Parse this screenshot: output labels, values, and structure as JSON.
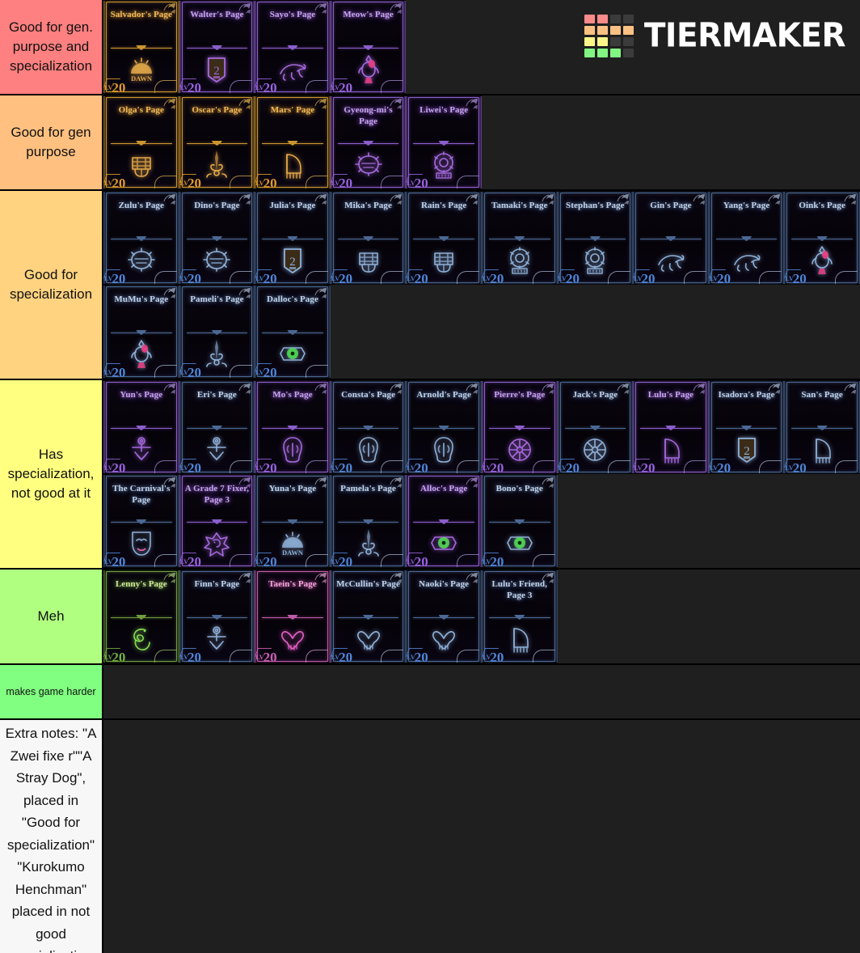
{
  "brand": {
    "name": "TIERMAKER",
    "logo_colors": [
      "#fb8a8a",
      "#fb8a8a",
      "#3b3b3b",
      "#3b3b3b",
      "#fbc183",
      "#fbc183",
      "#fbc183",
      "#fbc183",
      "#fbf58a",
      "#fbf58a",
      "#3b3b3b",
      "#3b3b3b",
      "#82f582",
      "#82f582",
      "#82f582",
      "#3b3b3b"
    ]
  },
  "theme": {
    "page_background": "#1f1f1f",
    "row_divider": "#000000",
    "label_text": "#111111",
    "card_background": "#050307"
  },
  "tiers": [
    {
      "label": "Good for gen. purpose and specialization",
      "color": "#ff8080",
      "label_style": "normal",
      "cards": [
        {
          "title": "Salvador's Page",
          "rarity": "gold",
          "emblem": "dawn-emblem",
          "level": "20"
        },
        {
          "title": "Walter's Page",
          "rarity": "purple",
          "emblem": "grade2-shield",
          "level": "20"
        },
        {
          "title": "Sayo's Page",
          "rarity": "purple",
          "emblem": "beast-emblem",
          "level": "20"
        },
        {
          "title": "Meow's Page",
          "rarity": "purple",
          "emblem": "cat-figure-emblem",
          "level": "20"
        }
      ]
    },
    {
      "label": "Good for gen purpose",
      "color": "#ffc080",
      "label_style": "normal",
      "cards": [
        {
          "title": "Olga's Page",
          "rarity": "gold",
          "emblem": "crown-emblem",
          "level": "20"
        },
        {
          "title": "Oscar's Page",
          "rarity": "gold",
          "emblem": "fleur-emblem",
          "level": "20"
        },
        {
          "title": "Mars' Page",
          "rarity": "gold",
          "emblem": "bell-emblem",
          "level": "20"
        },
        {
          "title": "Gyeong-mi's Page",
          "rarity": "purple",
          "emblem": "spiked-mask-emblem",
          "level": "20"
        },
        {
          "title": "Liwei's Page",
          "rarity": "purple",
          "emblem": "gear-ring-emblem",
          "level": "20"
        }
      ]
    },
    {
      "label": "Good for specialization",
      "color": "#ffd380",
      "label_style": "normal",
      "cards": [
        {
          "title": "Zulu's Page",
          "rarity": "blue",
          "emblem": "spiked-mask-emblem",
          "level": "20"
        },
        {
          "title": "Dino's Page",
          "rarity": "blue",
          "emblem": "spiked-mask-emblem",
          "level": "20"
        },
        {
          "title": "Julia's Page",
          "rarity": "blue",
          "emblem": "grade2-shield",
          "level": "20"
        },
        {
          "title": "Mika's Page",
          "rarity": "blue",
          "emblem": "crown-emblem",
          "level": "20"
        },
        {
          "title": "Rain's Page",
          "rarity": "blue",
          "emblem": "crown-emblem",
          "level": "20"
        },
        {
          "title": "Tamaki's Page",
          "rarity": "blue",
          "emblem": "gear-ring-emblem",
          "level": "20"
        },
        {
          "title": "Stephan's Page",
          "rarity": "blue",
          "emblem": "gear-ring-emblem",
          "level": "20"
        },
        {
          "title": "Gin's Page",
          "rarity": "blue",
          "emblem": "beast-emblem",
          "level": "20"
        },
        {
          "title": "Yang's Page",
          "rarity": "blue",
          "emblem": "beast-emblem",
          "level": "20"
        },
        {
          "title": "Oink's Page",
          "rarity": "blue",
          "emblem": "cat-figure-emblem",
          "level": "20"
        },
        {
          "title": "MuMu's Page",
          "rarity": "blue",
          "emblem": "cat-figure-emblem",
          "level": "20"
        },
        {
          "title": "Pameli's Page",
          "rarity": "blue",
          "emblem": "fleur-emblem",
          "level": "20"
        },
        {
          "title": "Dalloc's Page",
          "rarity": "blue",
          "emblem": "eye-emblem",
          "level": "20"
        }
      ]
    },
    {
      "label": "Has specialization, not good at it",
      "color": "#ffff80",
      "label_style": "normal",
      "cards": [
        {
          "title": "Yun's Page",
          "rarity": "purple",
          "emblem": "anchor-emblem",
          "level": "20"
        },
        {
          "title": "Eri's Page",
          "rarity": "blue",
          "emblem": "anchor-emblem",
          "level": "20"
        },
        {
          "title": "Mo's Page",
          "rarity": "purple",
          "emblem": "skull-emblem",
          "level": "20"
        },
        {
          "title": "Consta's Page",
          "rarity": "blue",
          "emblem": "skull-emblem",
          "level": "20"
        },
        {
          "title": "Arnold's Page",
          "rarity": "blue",
          "emblem": "skull-emblem",
          "level": "20"
        },
        {
          "title": "Pierre's Page",
          "rarity": "purple",
          "emblem": "wheel-emblem",
          "level": "20"
        },
        {
          "title": "Jack's Page",
          "rarity": "blue",
          "emblem": "wheel-emblem",
          "level": "20"
        },
        {
          "title": "Lulu's Page",
          "rarity": "purple",
          "emblem": "bell-emblem",
          "level": "20"
        },
        {
          "title": "Isadora's Page",
          "rarity": "blue",
          "emblem": "grade2-shield",
          "level": "20"
        },
        {
          "title": "San's Page",
          "rarity": "blue",
          "emblem": "bell-emblem",
          "level": "20"
        },
        {
          "title": "The Carnival's Page",
          "rarity": "blue",
          "emblem": "mask-emblem",
          "level": "20"
        },
        {
          "title": "A Grade 7 Fixer, Page 3",
          "rarity": "purple",
          "emblem": "unicorn-emblem",
          "level": "20"
        },
        {
          "title": "Yuna's Page",
          "rarity": "blue",
          "emblem": "dawn-emblem",
          "level": "20"
        },
        {
          "title": "Pamela's Page",
          "rarity": "blue",
          "emblem": "fleur-emblem",
          "level": "20"
        },
        {
          "title": "Alloc's Page",
          "rarity": "purple",
          "emblem": "eye-emblem",
          "level": "20"
        },
        {
          "title": "Bono's Page",
          "rarity": "blue",
          "emblem": "eye-emblem",
          "level": "20"
        }
      ]
    },
    {
      "label": "Meh",
      "color": "#b0ff80",
      "label_style": "normal",
      "cards": [
        {
          "title": "Lenny's Page",
          "rarity": "green",
          "emblem": "snake-emblem",
          "level": "20"
        },
        {
          "title": "Finn's Page",
          "rarity": "blue",
          "emblem": "anchor-emblem",
          "level": "20"
        },
        {
          "title": "Taein's Page",
          "rarity": "pink",
          "emblem": "bow-emblem",
          "level": "20"
        },
        {
          "title": "McCullin's Page",
          "rarity": "blue",
          "emblem": "bow-emblem",
          "level": "20"
        },
        {
          "title": "Naoki's Page",
          "rarity": "blue",
          "emblem": "bow-emblem",
          "level": "20"
        },
        {
          "title": "Lulu's Friend, Page 3",
          "rarity": "blue",
          "emblem": "bell-emblem",
          "level": "20"
        }
      ]
    },
    {
      "label": "makes game harder",
      "color": "#80ff80",
      "label_style": "tiny",
      "cards": []
    },
    {
      "label": "Extra notes: \"A Zwei fixe r\"\"A Stray Dog\", placed in \"Good for specialization\" \"Kurokumo Henchman\" placed in not good specialization",
      "color": "#f7f7f7",
      "label_style": "notes",
      "cards": []
    }
  ]
}
